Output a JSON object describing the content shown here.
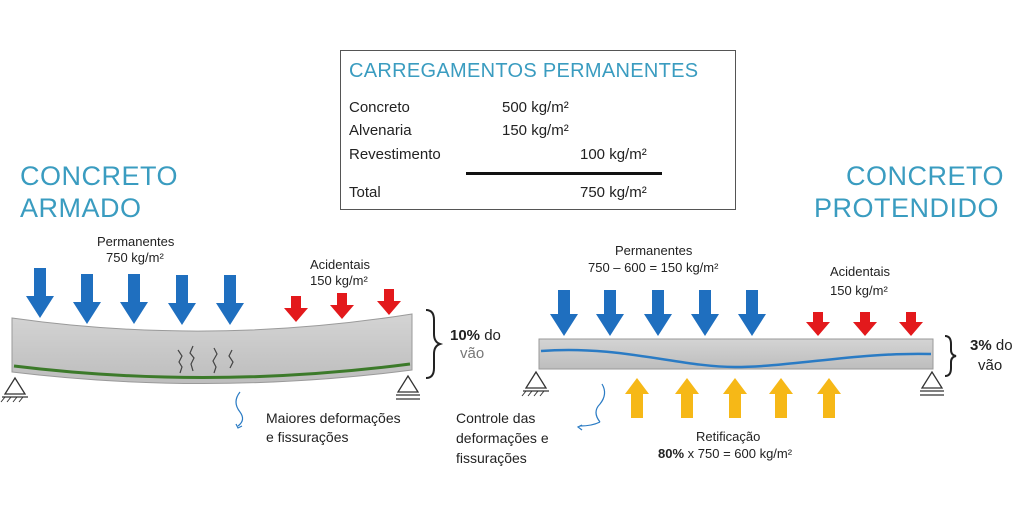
{
  "table": {
    "title": "CARREGAMENTOS PERMANENTES",
    "rows": [
      {
        "label": "Concreto",
        "value": "500 kg/m²"
      },
      {
        "label": "Alvenaria",
        "value": "150 kg/m²"
      },
      {
        "label": "Revestimento",
        "value": "100 kg/m²"
      }
    ],
    "total": {
      "label": "Total",
      "value": "750 kg/m²"
    }
  },
  "left": {
    "title_line1": "CONCRETO",
    "title_line2": "ARMADO",
    "permanentes_label": "Permanentes",
    "permanentes_value": "750 kg/m²",
    "acidentais_label": "Acidentais",
    "acidentais_value": "150 kg/m²",
    "deflection_pct": "10%",
    "deflection_rest": "do",
    "deflection_line2": "vão",
    "note_line1": "Maiores deformações",
    "note_line2": "e fissurações"
  },
  "right": {
    "title_line1": "CONCRETO",
    "title_line2": "PROTENDIDO",
    "permanentes_label": "Permanentes",
    "permanentes_value": "750 – 600 = 150 kg/m²",
    "acidentais_label": "Acidentais",
    "acidentais_value": "150 kg/m²",
    "deflection_pct": "3%",
    "deflection_rest": "do",
    "deflection_line2": "vão",
    "note_line1": "Controle das",
    "note_line2": "deformações e",
    "note_line3": "fissurações",
    "retificacao_label": "Retificação",
    "retificacao_pct": "80%",
    "retificacao_rest": "x 750 = 600 kg/m²"
  },
  "colors": {
    "teal": "#3a9cc0",
    "blue_arrow": "#1f6fbf",
    "red_arrow": "#e3191c",
    "yellow_arrow": "#f6b817",
    "beam": "#c8c8c8",
    "rebar_green": "#3c7a2a",
    "tendon_blue": "#2a7bc4"
  }
}
